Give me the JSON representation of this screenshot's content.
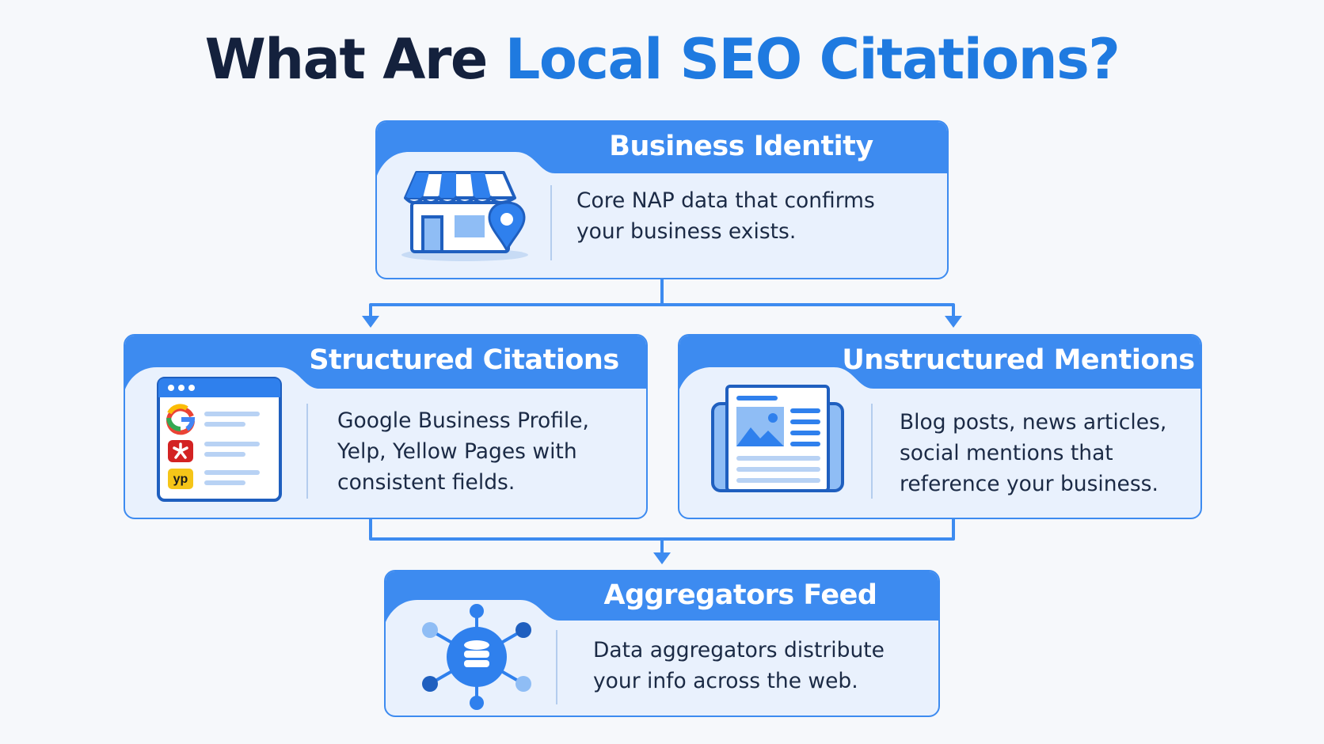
{
  "title": {
    "part1": "What Are",
    "part2": "Local SEO Citations?"
  },
  "colors": {
    "accent": "#1f7ae0",
    "header_blue": "#3d8bf0",
    "card_bg": "#e9f1fd",
    "dark_navy": "#14213d"
  },
  "cards": {
    "business_identity": {
      "title": "Business Identity",
      "line1": "Core NAP data that confirms",
      "line2": "your business exists.",
      "icon": "storefront-location-pin-icon"
    },
    "structured_citations": {
      "title": "Structured Citations",
      "line1": "Google Business Profile,",
      "line2": "Yelp, Yellow Pages with",
      "line3": "consistent fields.",
      "icon": "directory-listing-icon",
      "badges": {
        "google": "G",
        "yp": "yp"
      }
    },
    "unstructured_mentions": {
      "title": "Unstructured Mentions",
      "line1": "Blog posts, news articles,",
      "line2": "social mentions that",
      "line3": "reference your business.",
      "icon": "newspaper-article-icon"
    },
    "aggregators_feed": {
      "title": "Aggregators Feed",
      "line1": "Data aggregators distribute",
      "line2": "your info across the web.",
      "icon": "database-network-icon"
    }
  }
}
